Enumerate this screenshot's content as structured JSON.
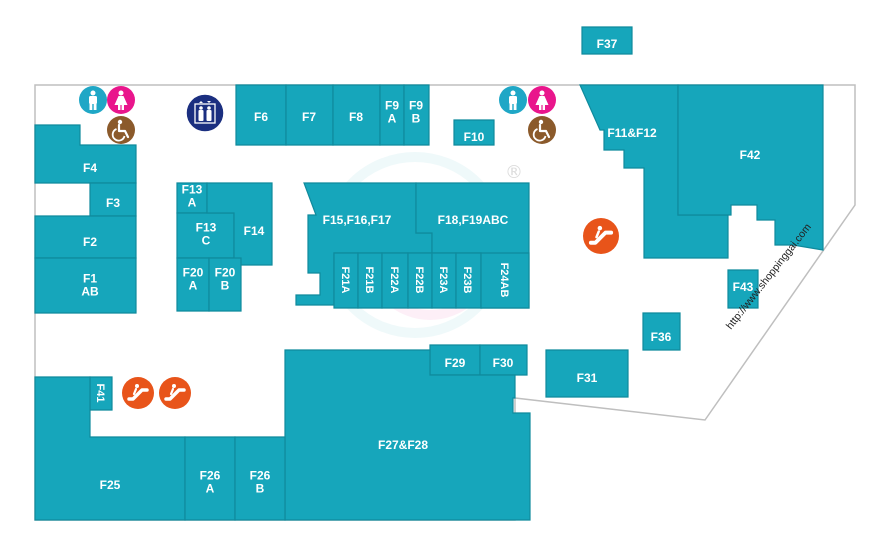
{
  "map": {
    "site_url": "http://www.shoppinggai.com",
    "watermark_mark": "®",
    "colors": {
      "shop_fill": "#16a6bb",
      "shop_stroke": "#0f8a9c",
      "outline": "#bfbfbf",
      "escalator": "#e8541a",
      "toilet_male": "#1fa7c6",
      "toilet_female": "#e9168c",
      "accessible": "#8b5a2b",
      "elevator": "#1b2f80"
    },
    "shops": [
      {
        "id": "F37",
        "lines": [
          "F37"
        ]
      },
      {
        "id": "F6",
        "lines": [
          "F6"
        ]
      },
      {
        "id": "F7",
        "lines": [
          "F7"
        ]
      },
      {
        "id": "F8",
        "lines": [
          "F8"
        ]
      },
      {
        "id": "F9A",
        "lines": [
          "F9",
          "A"
        ]
      },
      {
        "id": "F9B",
        "lines": [
          "F9",
          "B"
        ]
      },
      {
        "id": "F10",
        "lines": [
          "F10"
        ]
      },
      {
        "id": "F11F12",
        "lines": [
          "F11&F12"
        ]
      },
      {
        "id": "F42",
        "lines": [
          "F42"
        ]
      },
      {
        "id": "F4",
        "lines": [
          "F4"
        ]
      },
      {
        "id": "F3",
        "lines": [
          "F3"
        ]
      },
      {
        "id": "F2",
        "lines": [
          "F2"
        ]
      },
      {
        "id": "F1AB",
        "lines": [
          "F1",
          "AB"
        ]
      },
      {
        "id": "F13A",
        "lines": [
          "F13",
          "A"
        ]
      },
      {
        "id": "F13C",
        "lines": [
          "F13",
          "C"
        ]
      },
      {
        "id": "F14",
        "lines": [
          "F14"
        ]
      },
      {
        "id": "F20A",
        "lines": [
          "F20",
          "A"
        ]
      },
      {
        "id": "F20B",
        "lines": [
          "F20",
          "B"
        ]
      },
      {
        "id": "F15F16F17",
        "lines": [
          "F15,F16,F17"
        ]
      },
      {
        "id": "F18F19ABC",
        "lines": [
          "F18,F19ABC"
        ]
      },
      {
        "id": "F21A",
        "lines": [
          "F21A"
        ]
      },
      {
        "id": "F21B",
        "lines": [
          "F21B"
        ]
      },
      {
        "id": "F22A",
        "lines": [
          "F22A"
        ]
      },
      {
        "id": "F22B",
        "lines": [
          "F22B"
        ]
      },
      {
        "id": "F23A",
        "lines": [
          "F23A"
        ]
      },
      {
        "id": "F23B",
        "lines": [
          "F23B"
        ]
      },
      {
        "id": "F24AB",
        "lines": [
          "F24AB"
        ]
      },
      {
        "id": "F43",
        "lines": [
          "F43"
        ]
      },
      {
        "id": "F36",
        "lines": [
          "F36"
        ]
      },
      {
        "id": "F29",
        "lines": [
          "F29"
        ]
      },
      {
        "id": "F30",
        "lines": [
          "F30"
        ]
      },
      {
        "id": "F31",
        "lines": [
          "F31"
        ]
      },
      {
        "id": "F41",
        "lines": [
          "F41"
        ]
      },
      {
        "id": "F27F28",
        "lines": [
          "F27&F28"
        ]
      },
      {
        "id": "F25",
        "lines": [
          "F25"
        ]
      },
      {
        "id": "F26A",
        "lines": [
          "F26",
          "A"
        ]
      },
      {
        "id": "F26B",
        "lines": [
          "F26",
          "B"
        ]
      }
    ],
    "amenities": [
      {
        "type": "toilet-male",
        "name": "male-toilet-icon"
      },
      {
        "type": "toilet-female",
        "name": "female-toilet-icon"
      },
      {
        "type": "accessible",
        "name": "accessible-toilet-icon"
      },
      {
        "type": "elevator",
        "name": "elevator-icon"
      },
      {
        "type": "toilet-male",
        "name": "male-toilet-icon"
      },
      {
        "type": "toilet-female",
        "name": "female-toilet-icon"
      },
      {
        "type": "accessible",
        "name": "accessible-toilet-icon"
      },
      {
        "type": "escalator",
        "name": "escalator-icon"
      },
      {
        "type": "escalator",
        "name": "escalator-icon"
      },
      {
        "type": "escalator",
        "name": "escalator-icon"
      }
    ]
  }
}
